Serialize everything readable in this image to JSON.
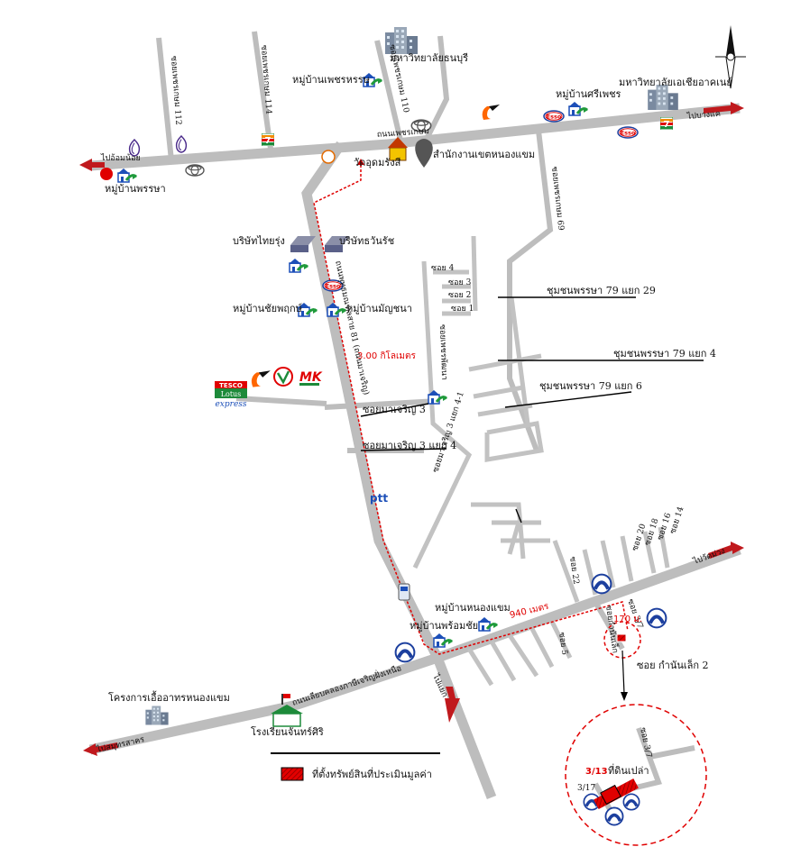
{
  "roads": {
    "main_top": "ถนนเพชรเกษม",
    "to_phasi": "ไปบางแค",
    "to_omnoi": "ไปอ้อมน้อย",
    "to_rama2": "ไปวัดม่วง",
    "to_samut": "ไปสมุทรสาคร",
    "to_south": "ไปแยก",
    "phetkasem110": "ซอยเพชรเกษม 110",
    "phetkasem114": "ซอยเพชรเกษม 114",
    "phetkasem112": "ซอยเพชรเกษม 112",
    "phutthamonthon": "ถนนพุทธมณฑลสาย 81 (ถนนมาเจริญ)",
    "kanchanaphisek": "ถนนเลียบคลองภาษีเจริญฝั่งเหนือ",
    "soi_phetkasem69": "ซอยเพชรเกษม 69",
    "soi_pattana": "ซอยเพชรพัฒนา",
    "soi_macharoen3_4_1": "ซอยมาเจริญ 3 แยก 4-1",
    "soi22": "ซอย 22",
    "soi20": "ซอย 20",
    "soi18": "ซอย 18",
    "soi16": "ซอย 16",
    "soi14": "ซอย 14",
    "soi5": "ซอย 5",
    "soi_kamnan": "ซอยกำนันเล็ก",
    "soi37": "ซอย 3/7",
    "soi_small_a": "ซอย 3/7",
    "soi_kamnan2": "ซอย กำนันเล็ก 2"
  },
  "places": {
    "mahawitthayalai_thonburi": "มหาวิทยาลัยธนบุรี",
    "mahawitthayalai_asia": "มหาวิทยาลัยเอเชียอาคเนย์",
    "phetcharawan": "หมู่บ้านเพชรหรรษ",
    "sriphet": "หมู่บ้านศรีเพชร",
    "pornsiri": "หมู่บ้านพรรษา",
    "wat": "วัดอุดมรังสี",
    "district_office": "สำนักงานเขตหนองแขม",
    "thairung": "บริษัทไทยรุ่ง",
    "thawanrat": "บริษัทธวันรัช",
    "chaipruek": "หมู่บ้านชัยพฤกษ์",
    "manchana": "หมู่บ้านมัญชนา",
    "distance_main": "3.00 กิโลเมตร",
    "soi_macharoen3": "ซอยมาเจริญ 3",
    "soi_macharoen3_4": "ซอยมาเจริญ 3 แยก 4",
    "community_29": "ชุมชนพรรษา 79 แยก 29",
    "community_4": "ชุมชนพรรษา 79 แยก 4",
    "community_6": "ชุมชนพรรษา 79 แยก 6",
    "soi4": "ซอย 4",
    "soi3": "ซอย 3",
    "soi2": "ซอย 2",
    "soi1": "ซอย 1",
    "nongkhaem_village": "หมู่บ้านหนองแขม",
    "phromchai": "หมู่บ้านพร้อมชัย",
    "distance_940": "940 เมตร",
    "distance_170": "170 ม.",
    "factory": "โครงการเอื้ออาทรหนองแขม",
    "school": "โรงเรียนจันทร์ศิริ",
    "parcel_label": "3/13",
    "parcel_vacant": "ที่ดินเปล่า",
    "parcel_neighbor": "3/17",
    "ptt": "ptt",
    "mk": "MK",
    "tesco": "TESCO",
    "lotus": "Lotus",
    "express": "express",
    "esso": "Esso"
  },
  "legend": {
    "text": "ที่ตั้งทรัพย์สินที่ประเมินมูลค่า"
  },
  "colors": {
    "road": "#bdbdbd",
    "route": "#e00000",
    "arrow": "#c0191d",
    "village_blue": "#1c4fb8",
    "village_green": "#1f9a3b"
  }
}
